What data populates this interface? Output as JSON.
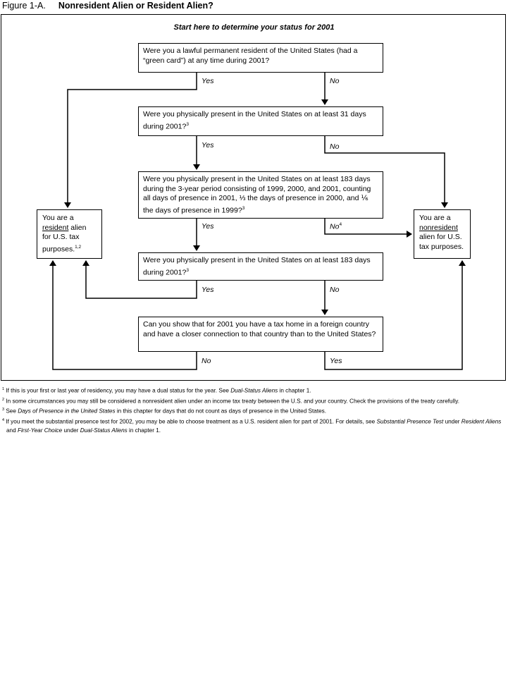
{
  "figure": {
    "number": "Figure 1-A.",
    "title": "Nonresident Alien or Resident Alien?"
  },
  "start": "Start here to determine your status for 2001",
  "questions": {
    "q1": "Were you a lawful permanent resident of the United States (had a “green card”) at any time during 2001?",
    "q2": "Were you physically present in the United States on at least 31 days during 2001?",
    "q2_ref": "3",
    "q3": "Were you physically present in the United States on at least 183 days during the 3-year period consisting of 1999, 2000, and 2001, counting all days of presence in 2001, ⅓ the days of presence in 2000, and ⅙ the days of presence in 1999?",
    "q3_ref": "3",
    "q4": "Were you physically present in the United States on at least 183 days during 2001?",
    "q4_ref": "3",
    "q5": "Can you show that for 2001 you have a tax home in a foreign country and have a closer connection to that country than to the United States?"
  },
  "outcomes": {
    "resident": {
      "pre": "You are a",
      "key": "resident",
      "post": "alien for U.S. tax purposes.",
      "refs": "1,2"
    },
    "nonresident": {
      "pre": "You are a",
      "key": "nonresident",
      "post": "alien for U.S. tax purposes."
    }
  },
  "labels": {
    "yes": "Yes",
    "no": "No",
    "no_ref": "4"
  },
  "footnotes": [
    {
      "n": "1",
      "parts": [
        {
          "t": "If this is your first or last year of residency, you may have a dual status for the year. See "
        },
        {
          "t": "Dual-Status Aliens",
          "i": true
        },
        {
          "t": " in chapter 1."
        }
      ]
    },
    {
      "n": "2",
      "parts": [
        {
          "t": "In some circumstances you may still be considered a nonresident alien under an income tax treaty between the U.S. and your country. Check the provisions of the treaty carefully."
        }
      ]
    },
    {
      "n": "3",
      "parts": [
        {
          "t": "See "
        },
        {
          "t": "Days of Presence in the United States",
          "i": true
        },
        {
          "t": " in this chapter for days that do not count as days of presence in the United States."
        }
      ]
    },
    {
      "n": "4",
      "parts": [
        {
          "t": "If you meet the substantial presence test for 2002, you may be able to choose treatment as a U.S. resident alien for part of 2001. For details, see "
        },
        {
          "t": "Substantial Presence Test",
          "i": true
        },
        {
          "t": " under "
        },
        {
          "t": "Resident Aliens",
          "i": true
        },
        {
          "t": " and "
        },
        {
          "t": "First-Year Choice",
          "i": true
        },
        {
          "t": " under "
        },
        {
          "t": "Dual-Status Aliens",
          "i": true
        },
        {
          "t": " in chapter 1."
        }
      ]
    }
  ]
}
